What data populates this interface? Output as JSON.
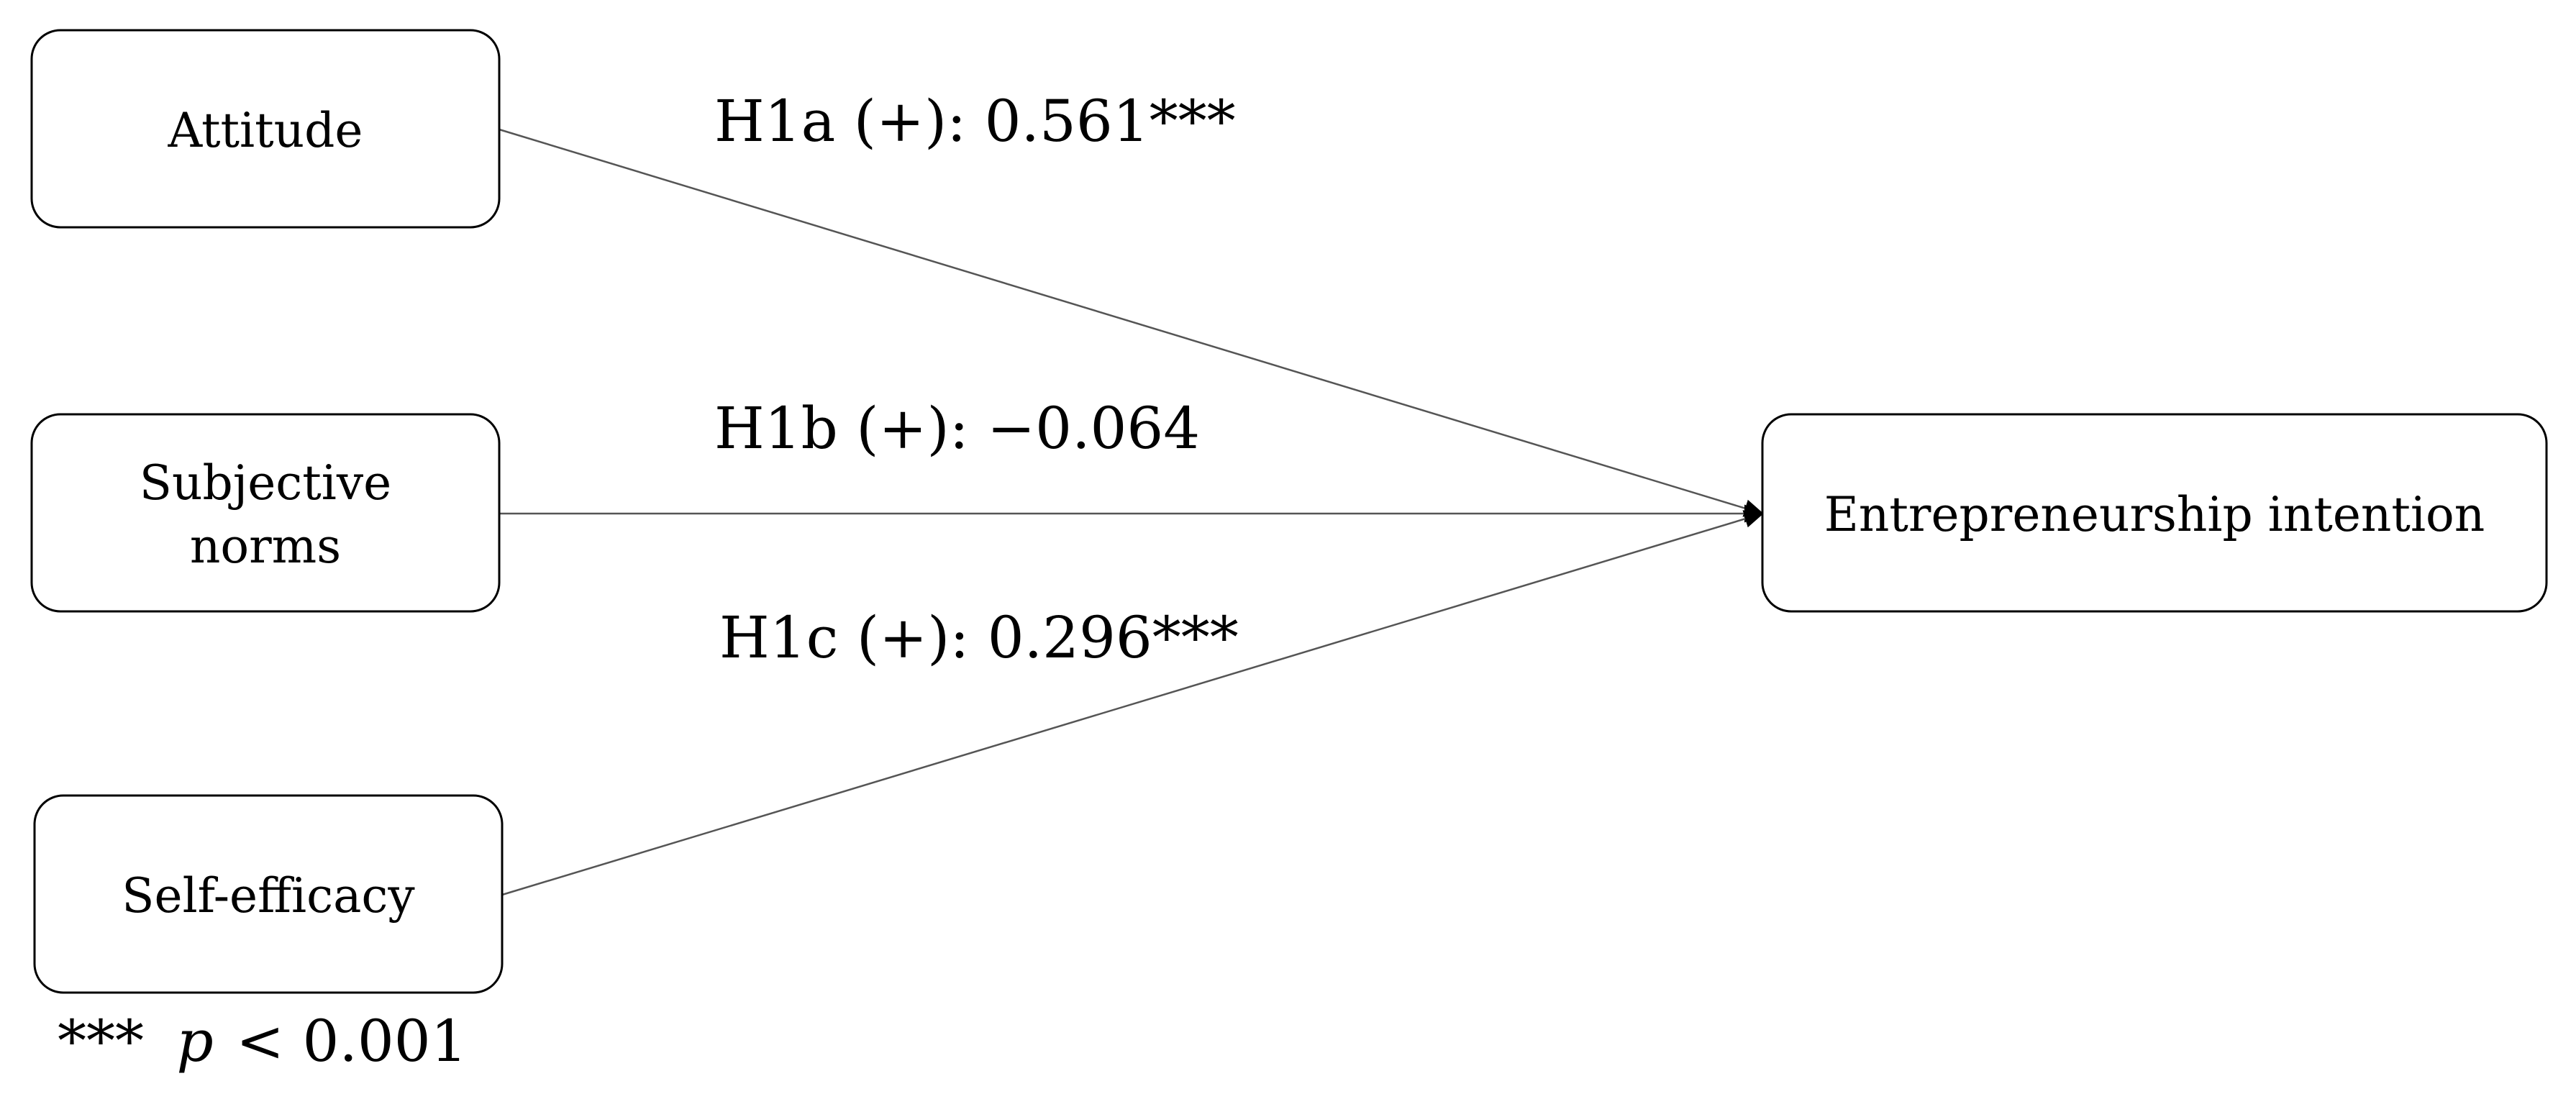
{
  "nodes": {
    "attitude": {
      "label": "Attitude"
    },
    "subjective_norms": {
      "label_line1": "Subjective",
      "label_line2": "norms"
    },
    "self_efficacy": {
      "label": "Self-efficacy"
    },
    "entrepreneurship_intention": {
      "label": "Entrepreneurship intention"
    }
  },
  "edges": [
    {
      "from": "attitude",
      "to": "entrepreneurship_intention",
      "label": "H1a (+): 0.561***"
    },
    {
      "from": "subjective_norms",
      "to": "entrepreneurship_intention",
      "label": "H1b (+): −0.064"
    },
    {
      "from": "self_efficacy",
      "to": "entrepreneurship_intention",
      "label": "H1c (+): 0.296***"
    }
  ],
  "footnote": {
    "stars": "***",
    "p": "p",
    "threshold": "< 0.001"
  }
}
